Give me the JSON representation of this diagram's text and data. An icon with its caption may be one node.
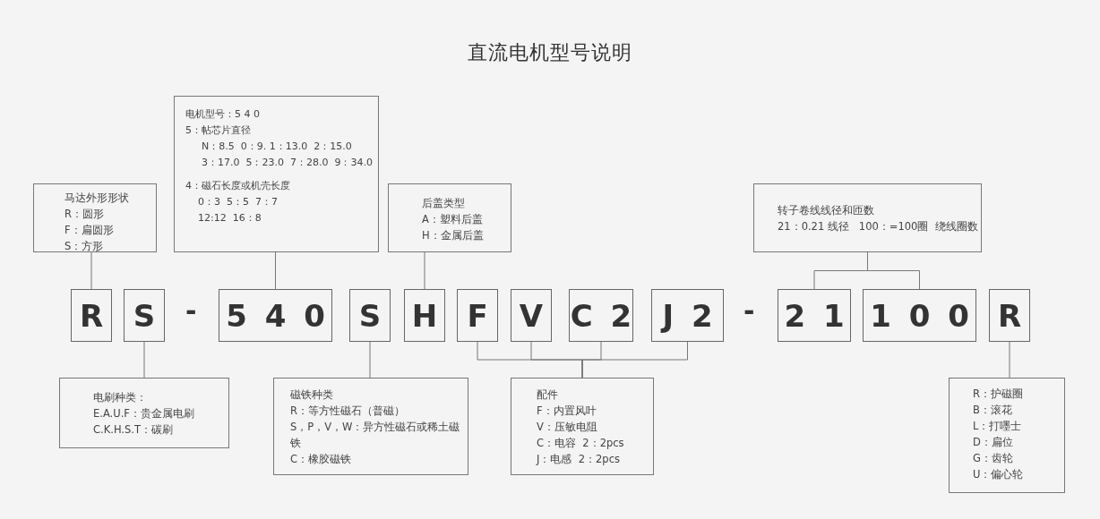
{
  "diagram": {
    "title": "直流电机型号说明",
    "nodes": [
      {
        "text": [
          "马达外形形状",
          "R：圆形",
          "F：扁圆形",
          "S：方形"
        ]
      },
      {
        "text": [
          "电机型号：5 4 0",
          "5：帖芯片直径",
          "N：8.5  0：9. 1：13.0  2：15.0",
          "3：17.0  5：23.0  7：28.0  9：34.0",
          "4：磁石长度或机壳长度",
          "0：3  5：5  7：7",
          "12:12  16：8"
        ]
      },
      {
        "text": [
          "后盖类型",
          "A：塑料后盖",
          "H：金属后盖"
        ]
      },
      {
        "text": [
          "转子卷线线径和匝数",
          "21：0.21 线径   100：=100圈  绕线圈数"
        ]
      },
      {
        "text": [
          "R"
        ]
      },
      {
        "text": [
          "S"
        ]
      },
      {
        "text": [
          "5 4 0"
        ]
      },
      {
        "text": [
          "S"
        ]
      },
      {
        "text": [
          "H"
        ]
      },
      {
        "text": [
          "F"
        ]
      },
      {
        "text": [
          "V"
        ]
      },
      {
        "text": [
          "C 2"
        ]
      },
      {
        "text": [
          "J 2"
        ]
      },
      {
        "text": [
          "2 1"
        ]
      },
      {
        "text": [
          "1 0 0"
        ]
      },
      {
        "text": [
          "R"
        ]
      },
      {
        "text": [
          "电刷种类：",
          "E.A.U.F：贵金属电刷",
          "C.K.H.S.T：碳刷"
        ]
      },
      {
        "text": [
          "磁铁种类",
          "R：等方性磁石（普磁）",
          "S，P，V，W：异方性磁石或稀土磁铁",
          "C：橡胶磁铁"
        ]
      },
      {
        "text": [
          "配件",
          "F：内置风叶",
          "V：压敏电阻",
          "C：电容  2：2pcs",
          "J：电感  2：2pcs"
        ]
      },
      {
        "text": [
          "R：护磁圈",
          "B：滚花",
          "L：打嚜士",
          "D：扁位",
          "G：齿轮",
          "U：偏心轮"
        ]
      }
    ],
    "edges": [
      {
        "from": 0,
        "to": 4,
        "arrow": "none"
      },
      {
        "from": 1,
        "to": 6,
        "arrow": "none"
      },
      {
        "from": 2,
        "to": 8,
        "arrow": "none"
      },
      {
        "from": 3,
        "to": 13,
        "arrow": "none"
      },
      {
        "from": 3,
        "to": 14,
        "arrow": "none"
      },
      {
        "from": 5,
        "to": 16,
        "arrow": "none"
      },
      {
        "from": 7,
        "to": 17,
        "arrow": "none"
      },
      {
        "from": 9,
        "to": 18,
        "arrow": "none"
      },
      {
        "from": 10,
        "to": 18,
        "arrow": "none"
      },
      {
        "from": 11,
        "to": 18,
        "arrow": "none"
      },
      {
        "from": 12,
        "to": 18,
        "arrow": "none"
      },
      {
        "from": 15,
        "to": 19,
        "arrow": "none"
      }
    ],
    "labels": [
      "-",
      "-"
    ]
  }
}
